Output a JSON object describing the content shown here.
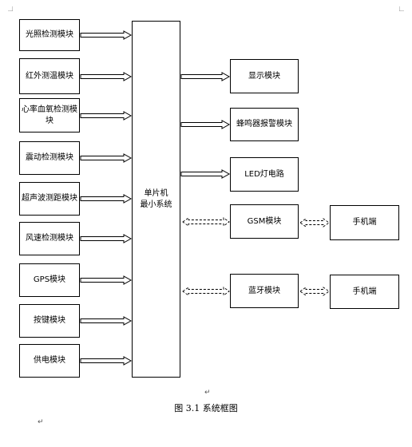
{
  "diagram": {
    "left_modules": [
      {
        "id": "light",
        "label": "光照检测模块"
      },
      {
        "id": "infrared",
        "label": "红外测温模块"
      },
      {
        "id": "heart",
        "label": "心率血氧检测模块"
      },
      {
        "id": "vibration",
        "label": "震动检测模块"
      },
      {
        "id": "ultrasonic",
        "label": "超声波测距模块"
      },
      {
        "id": "wind",
        "label": "风速检测模块"
      },
      {
        "id": "gps",
        "label": "GPS模块"
      },
      {
        "id": "keys",
        "label": "按键模块"
      },
      {
        "id": "power",
        "label": "供电模块"
      }
    ],
    "mcu": {
      "line1": "单片机",
      "line2": "最小系统"
    },
    "right_modules": [
      {
        "id": "display",
        "label": "显示模块"
      },
      {
        "id": "buzzer",
        "label": "蜂鸣器报警模块"
      },
      {
        "id": "led",
        "label": "LED灯电路"
      },
      {
        "id": "gsm",
        "label": "GSM模块"
      },
      {
        "id": "bluetooth",
        "label": "蓝牙模块"
      }
    ],
    "phones": [
      {
        "id": "phone-gsm",
        "label": "手机端"
      },
      {
        "id": "phone-bt",
        "label": "手机端"
      }
    ],
    "caption": "图 3.1 系统框图"
  }
}
